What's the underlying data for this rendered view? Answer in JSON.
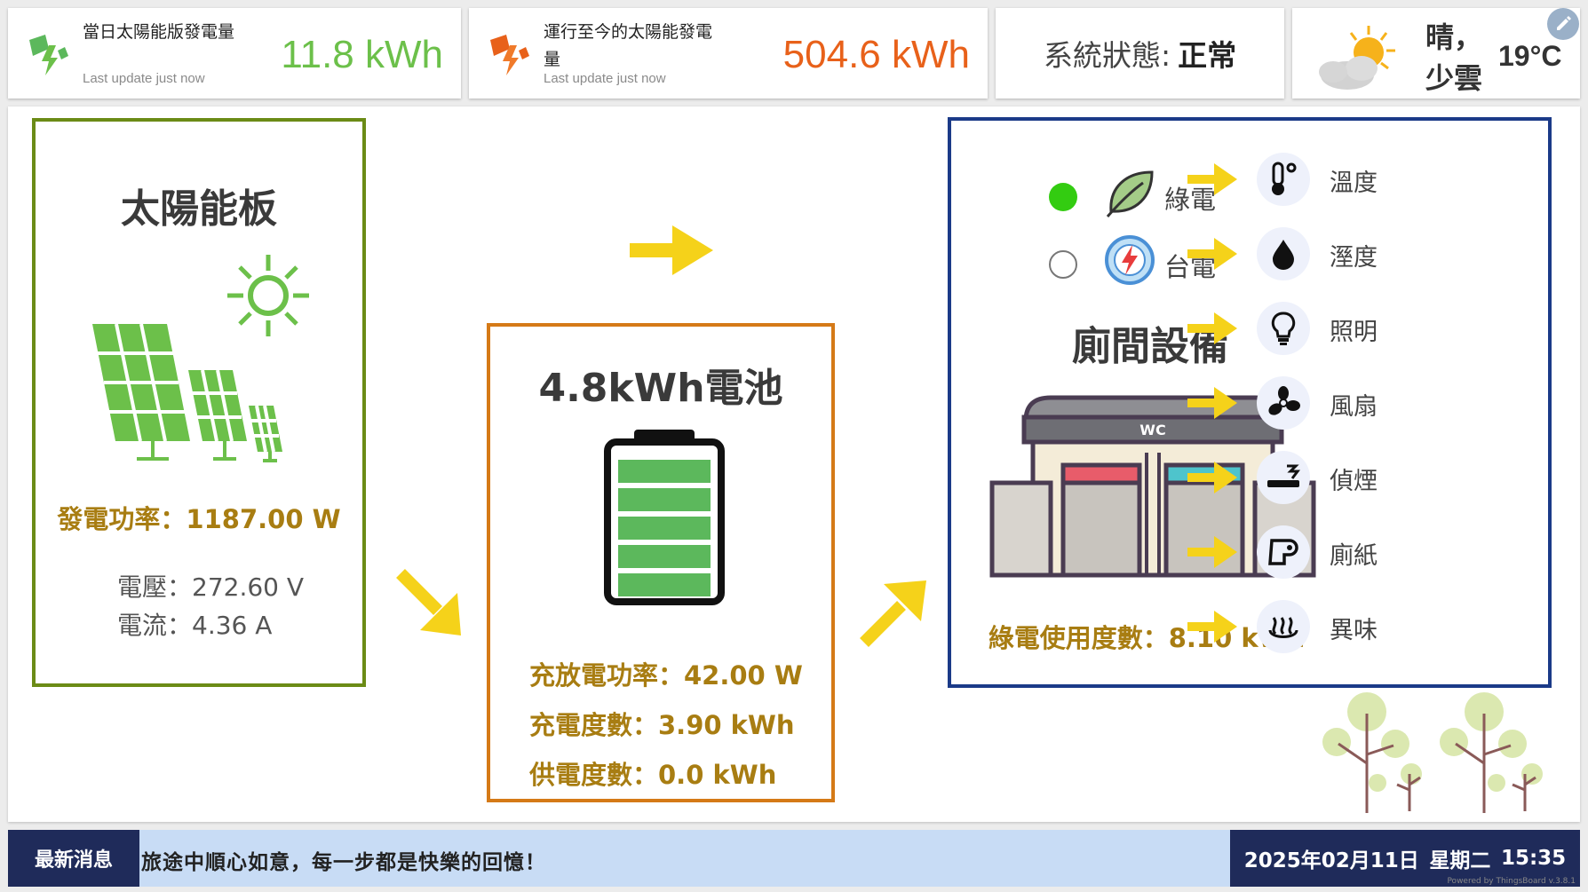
{
  "header": {
    "daily": {
      "label": "當日太陽能版發電量",
      "update": "Last update just now",
      "value": "11.8 kWh"
    },
    "total": {
      "label": "運行至今的太陽能發電量",
      "update": "Last update just now",
      "value": "504.6 kWh"
    },
    "status": {
      "label": "系統狀態:",
      "value": "正常"
    },
    "weather": {
      "condition": "晴，少雲",
      "temperature": "19°C",
      "icon": "partly-cloudy-icon"
    }
  },
  "solar": {
    "title": "太陽能板",
    "power": "發電功率：1187.00 W",
    "voltage": "電壓：272.60 V",
    "current": "電流：4.36 A"
  },
  "battery": {
    "title": "4.8kWh電池",
    "charge_power": "充放電功率：42.00 W",
    "charged": "充電度數：3.90 kWh",
    "supplied": "供電度數：0.0 kWh",
    "bars_filled": 5,
    "bars_total": 5
  },
  "toilet": {
    "source_green": {
      "label": "綠電",
      "active": true
    },
    "source_grid": {
      "label": "台電",
      "active": false
    },
    "title": "廁間設備",
    "sign": "WC",
    "usage": "綠電使用度數：8.10 kWh",
    "sensors": [
      {
        "label": "溫度",
        "icon": "thermometer-icon"
      },
      {
        "label": "溼度",
        "icon": "water-drop-icon"
      },
      {
        "label": "照明",
        "icon": "light-bulb-icon"
      },
      {
        "label": "風扇",
        "icon": "fan-icon"
      },
      {
        "label": "偵煙",
        "icon": "smoke-detector-icon"
      },
      {
        "label": "廁紙",
        "icon": "toilet-paper-icon"
      },
      {
        "label": "異味",
        "icon": "odor-icon"
      }
    ]
  },
  "ticker": {
    "label": "最新消息",
    "message": "旅途中順心如意，每一步都是快樂的回憶！",
    "date": "2025年02月11日",
    "weekday": "星期二",
    "time": "15:35"
  },
  "footer": {
    "powered": "Powered by ThingsBoard v.3.8.1"
  },
  "colors": {
    "accent_green": "#6cc04a",
    "accent_orange": "#e8611a",
    "solar_border": "#6b8b16",
    "battery_border": "#d57a17",
    "wc_border": "#1b3a88",
    "gold_text": "#a87d12",
    "arrow_yellow": "#f5d21a",
    "navy": "#1f2b5a"
  }
}
